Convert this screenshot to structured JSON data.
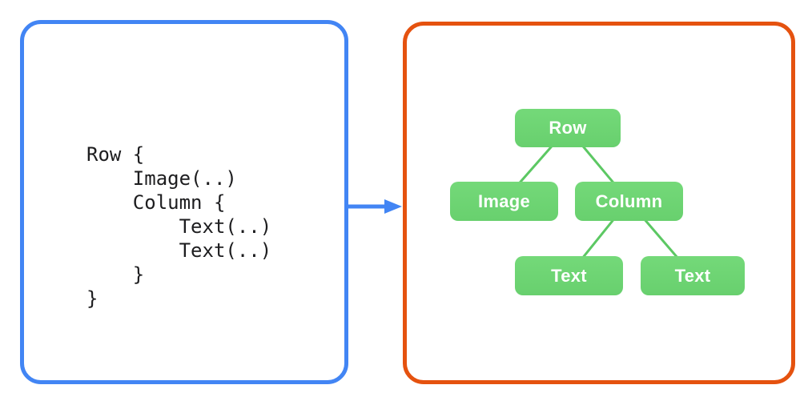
{
  "colors": {
    "code_panel_border": "#4285F4",
    "tree_panel_border": "#E5520F",
    "node_fill": "#74D979",
    "edge_line": "#5CC863",
    "arrow": "#4285F4",
    "code_text": "#1D1D1F",
    "node_text": "#FFFFFF",
    "background": "#FFFFFF"
  },
  "code_panel": {
    "lines": [
      "Row {",
      "    Image(..)",
      "    Column {",
      "        Text(..)",
      "        Text(..)",
      "    }",
      "}"
    ]
  },
  "arrow": {
    "direction": "right"
  },
  "tree_panel": {
    "nodes": [
      {
        "id": "row",
        "label": "Row"
      },
      {
        "id": "image",
        "label": "Image"
      },
      {
        "id": "column",
        "label": "Column"
      },
      {
        "id": "text1",
        "label": "Text"
      },
      {
        "id": "text2",
        "label": "Text"
      }
    ],
    "edges": [
      [
        "row",
        "image"
      ],
      [
        "row",
        "column"
      ],
      [
        "column",
        "text1"
      ],
      [
        "column",
        "text2"
      ]
    ]
  }
}
